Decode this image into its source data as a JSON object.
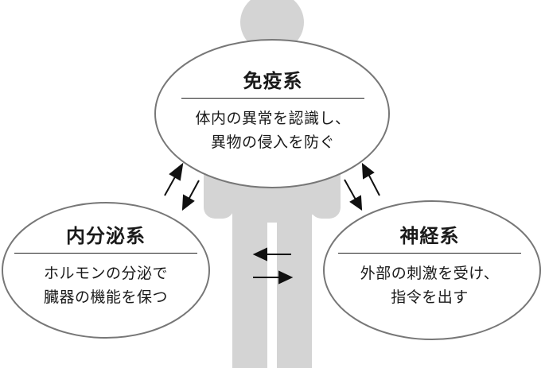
{
  "colors": {
    "silhouette": "#d4d4d4",
    "ellipse_fill": "#ffffff",
    "ellipse_stroke": "#777777",
    "text": "#1a1a1a"
  },
  "immune": {
    "title": "免疫系",
    "line1": "体内の異常を認識し、",
    "line2": "異物の侵入を防ぐ"
  },
  "endocrine": {
    "title": "内分泌系",
    "line1": "ホルモンの分泌で",
    "line2": "臓器の機能を保つ"
  },
  "nervous": {
    "title": "神経系",
    "line1": "外部の刺激を受け、",
    "line2": "指令を出す"
  },
  "icons": [
    "human-silhouette-icon",
    "arrow-icon"
  ]
}
